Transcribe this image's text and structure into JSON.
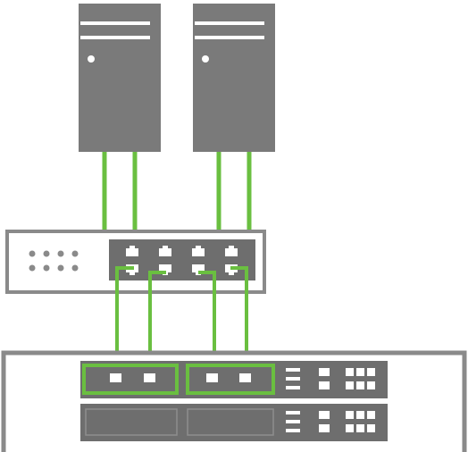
{
  "diagram": {
    "nodes": [
      {
        "id": "server-1",
        "kind": "tower-server"
      },
      {
        "id": "server-2",
        "kind": "tower-server"
      },
      {
        "id": "ethernet-switch",
        "kind": "switch",
        "port_count": 8
      },
      {
        "id": "storage-array-upper",
        "kind": "controller-enclosure"
      },
      {
        "id": "storage-array-lower",
        "kind": "controller-enclosure"
      }
    ],
    "links": [
      {
        "from": "server-1",
        "to": "ethernet-switch",
        "count": 2
      },
      {
        "from": "server-2",
        "to": "ethernet-switch",
        "count": 2
      },
      {
        "from": "ethernet-switch",
        "to": "storage-array-upper",
        "count": 4
      }
    ],
    "colors": {
      "device": "#7a7a7a",
      "outline": "#8a8a8a",
      "panel": "#6e6e6e",
      "link": "#6abf40",
      "port": "#ffffff",
      "background": "#ffffff"
    }
  }
}
